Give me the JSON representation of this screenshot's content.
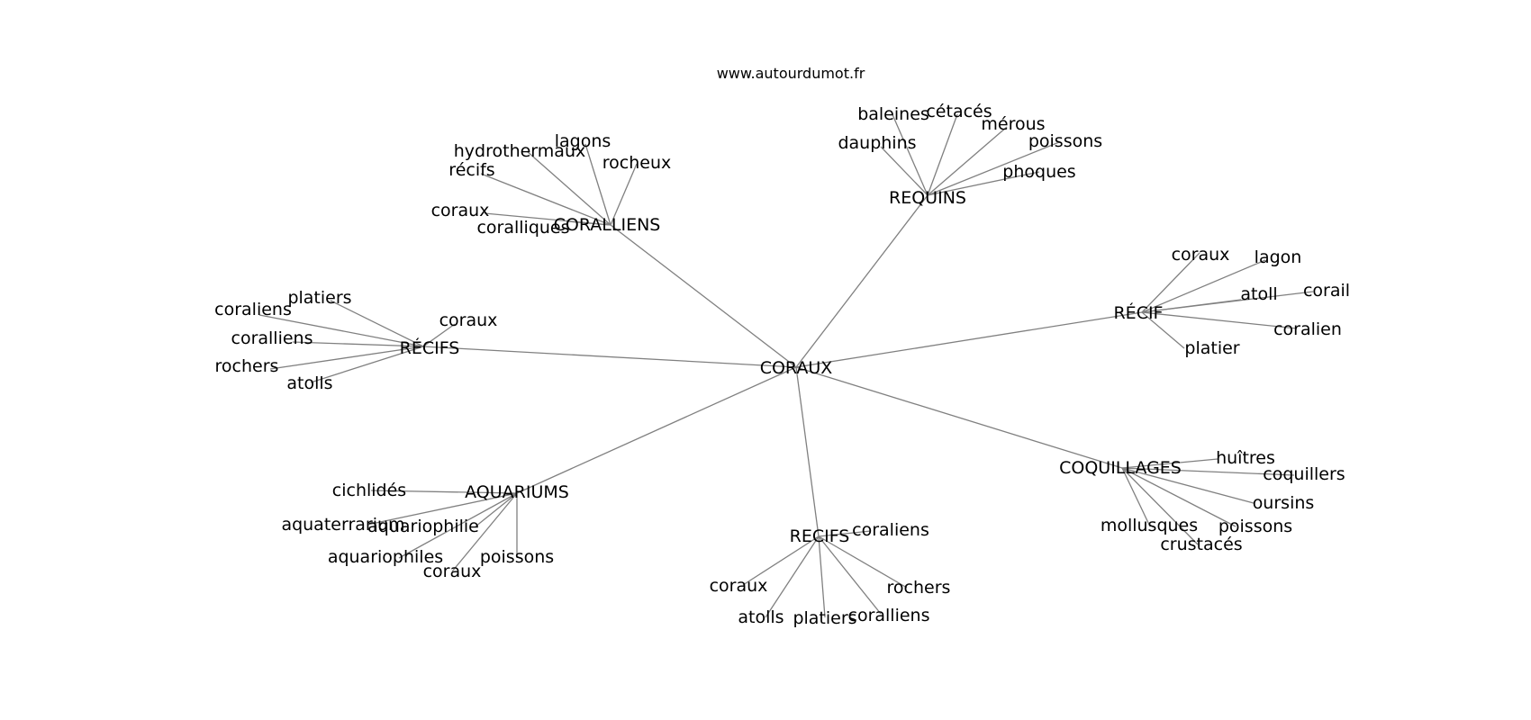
{
  "header": {
    "website": "www.autourdumot.fr"
  },
  "graph": {
    "center": "CORAUX",
    "clusters": [
      {
        "name": "CORALLIENS",
        "words": [
          "hydrothermaux",
          "lagons",
          "rocheux",
          "récifs",
          "coraux",
          "coralliques"
        ]
      },
      {
        "name": "REQUINS",
        "words": [
          "baleines",
          "cétacés",
          "mérous",
          "poissons",
          "dauphins",
          "phoques"
        ]
      },
      {
        "name": "RÉCIF",
        "words": [
          "coraux",
          "lagon",
          "atoll",
          "corail",
          "coralien",
          "platier"
        ]
      },
      {
        "name": "RÉCIFS",
        "words": [
          "platiers",
          "coraliens",
          "coraux",
          "coralliens",
          "rochers",
          "atolls"
        ]
      },
      {
        "name": "AQUARIUMS",
        "words": [
          "cichlidés",
          "aquaterrarium",
          "aquariophilie",
          "aquariophiles",
          "coraux",
          "poissons"
        ]
      },
      {
        "name": "RECIFS",
        "words": [
          "coraliens",
          "coraux",
          "rochers",
          "atolls",
          "platiers",
          "coralliens"
        ]
      },
      {
        "name": "COQUILLAGES",
        "words": [
          "huîtres",
          "coquillers",
          "oursins",
          "mollusques",
          "poissons",
          "crustacés"
        ]
      }
    ]
  }
}
